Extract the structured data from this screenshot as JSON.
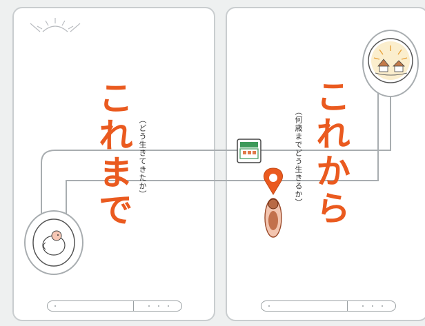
{
  "left_page": {
    "title": "これまで",
    "subtitle": "（どう生きてきたか）"
  },
  "right_page": {
    "title": "これから",
    "subtitle": "（何歳までどう生きるか）"
  },
  "colors": {
    "accent": "#ea5a1f",
    "route_line": "#a8adb0",
    "card_border": "#c9cdcf",
    "station_green": "#3d9a5a"
  },
  "icons": [
    "sunrise-logo-icon",
    "baby-chick-icon",
    "sunset-house-icon",
    "train-station-icon",
    "location-pin-icon",
    "person-figure-icon"
  ]
}
